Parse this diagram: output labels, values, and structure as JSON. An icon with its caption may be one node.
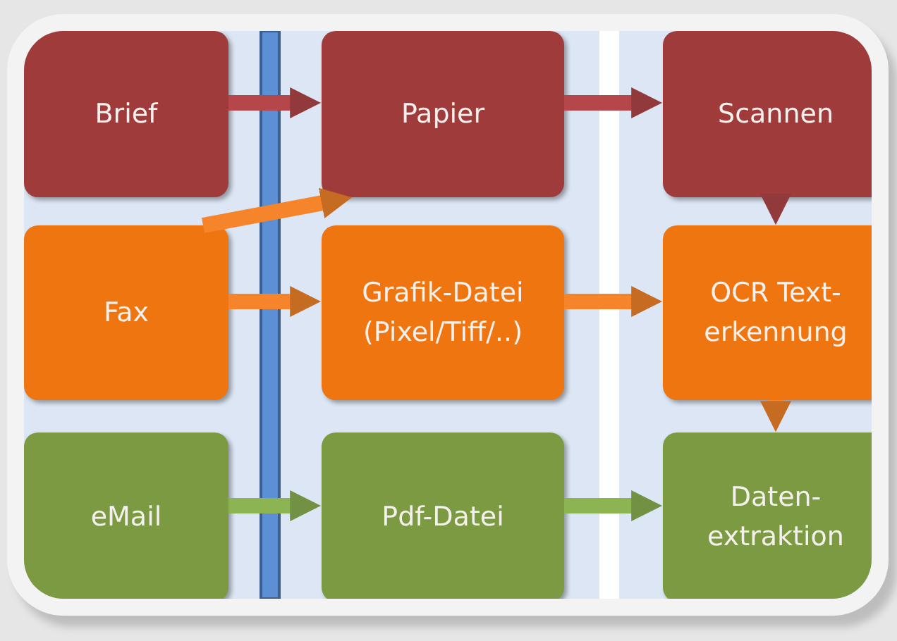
{
  "diagram": {
    "nodes": [
      {
        "text": [
          "Brief"
        ]
      },
      {
        "text": [
          "Papier"
        ]
      },
      {
        "text": [
          "Scannen"
        ]
      },
      {
        "text": [
          "Fax"
        ]
      },
      {
        "text": [
          "Grafik-Datei (Pixel/Tiff/..)"
        ]
      },
      {
        "text": [
          "OCR Text-erkennung"
        ]
      },
      {
        "text": [
          "eMail"
        ]
      },
      {
        "text": [
          "Pdf-Datei"
        ]
      },
      {
        "text": [
          "Daten-extraktion"
        ]
      }
    ],
    "edges": [
      {
        "from": 0,
        "to": 1,
        "arrow": "to",
        "color": "#b5474a"
      },
      {
        "from": 1,
        "to": 2,
        "arrow": "to",
        "color": "#b5474a"
      },
      {
        "from": 2,
        "to": 5,
        "arrow": "to",
        "color": "#b5474a"
      },
      {
        "from": 3,
        "to": 1,
        "arrow": "to"
      },
      {
        "from": 3,
        "to": 4,
        "arrow": "to"
      },
      {
        "from": 4,
        "to": 5,
        "arrow": "to"
      },
      {
        "from": 5,
        "to": 8,
        "arrow": "to"
      },
      {
        "from": 6,
        "to": 7,
        "arrow": "to",
        "color": "#8db453"
      },
      {
        "from": 7,
        "to": 8,
        "arrow": "to",
        "color": "#8db453"
      }
    ]
  }
}
